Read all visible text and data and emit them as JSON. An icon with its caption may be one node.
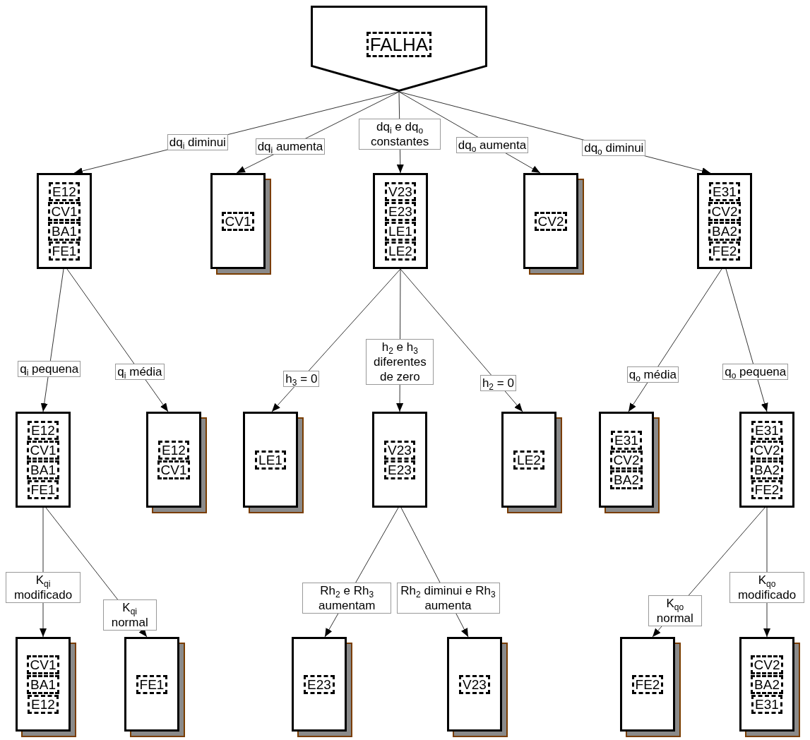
{
  "diagram": {
    "nodes": [
      {
        "text": [
          "FALHA"
        ]
      },
      {
        "text": [
          "E12",
          "CV1",
          "BA1",
          "FE1"
        ]
      },
      {
        "text": [
          "CV1"
        ]
      },
      {
        "text": [
          "V23",
          "E23",
          "LE1",
          "LE2"
        ]
      },
      {
        "text": [
          "CV2"
        ]
      },
      {
        "text": [
          "E31",
          "CV2",
          "BA2",
          "FE2"
        ]
      },
      {
        "text": [
          "E12",
          "CV1",
          "BA1",
          "FE1"
        ]
      },
      {
        "text": [
          "E12",
          "CV1"
        ]
      },
      {
        "text": [
          "LE1"
        ]
      },
      {
        "text": [
          "V23",
          "E23"
        ]
      },
      {
        "text": [
          "LE2"
        ]
      },
      {
        "text": [
          "E31",
          "CV2",
          "BA2"
        ]
      },
      {
        "text": [
          "E31",
          "CV2",
          "BA2",
          "FE2"
        ]
      },
      {
        "text": [
          "CV1",
          "BA1",
          "E12"
        ]
      },
      {
        "text": [
          "FE1"
        ]
      },
      {
        "text": [
          "E23"
        ]
      },
      {
        "text": [
          "V23"
        ]
      },
      {
        "text": [
          "FE2"
        ]
      },
      {
        "text": [
          "CV2",
          "BA2",
          "E31"
        ]
      }
    ],
    "edges": [
      {
        "from": 0,
        "to": 1,
        "arrow": "to",
        "label": "dq$_{i}$ diminui"
      },
      {
        "from": 0,
        "to": 2,
        "arrow": "to",
        "label": "dq$_{i}$ aumenta"
      },
      {
        "from": 0,
        "to": 3,
        "arrow": "to",
        "label": "dq$_{i}$ e dq$_{o}$ constantes"
      },
      {
        "from": 0,
        "to": 4,
        "arrow": "to",
        "label": "dq$_{o}$ aumenta"
      },
      {
        "from": 0,
        "to": 5,
        "arrow": "to",
        "label": "dq$_{o}$ diminui"
      },
      {
        "from": 1,
        "to": 6,
        "arrow": "to",
        "label": "q$_{i}$ pequena"
      },
      {
        "from": 1,
        "to": 7,
        "arrow": "to",
        "label": "q$_{i}$ média"
      },
      {
        "from": 3,
        "to": 8,
        "arrow": "to",
        "label": "h$_{3}$ = 0"
      },
      {
        "from": 3,
        "to": 9,
        "arrow": "to",
        "label": "h$_{2}$ e h$_{3}$ diferentes de zero"
      },
      {
        "from": 3,
        "to": 10,
        "arrow": "to",
        "label": "h$_{2}$ = 0"
      },
      {
        "from": 5,
        "to": 11,
        "arrow": "to",
        "label": "q$_{o}$ média"
      },
      {
        "from": 5,
        "to": 12,
        "arrow": "to",
        "label": "q$_{o}$ pequena"
      },
      {
        "from": 6,
        "to": 13,
        "arrow": "to",
        "label": "K$_{qi}$ modificado"
      },
      {
        "from": 6,
        "to": 14,
        "arrow": "to",
        "label": "K$_{qi}$ normal"
      },
      {
        "from": 9,
        "to": 15,
        "arrow": "to",
        "label": "Rh$_{2}$ e Rh$_{3}$ aumentam"
      },
      {
        "from": 9,
        "to": 16,
        "arrow": "to",
        "label": "Rh$_{2}$ diminui e Rh$_{3}$ aumenta"
      },
      {
        "from": 12,
        "to": 17,
        "arrow": "to",
        "label": "K$_{qo}$ normal"
      },
      {
        "from": 12,
        "to": 18,
        "arrow": "to",
        "label": "K$_{qo}$ modificado"
      }
    ]
  }
}
